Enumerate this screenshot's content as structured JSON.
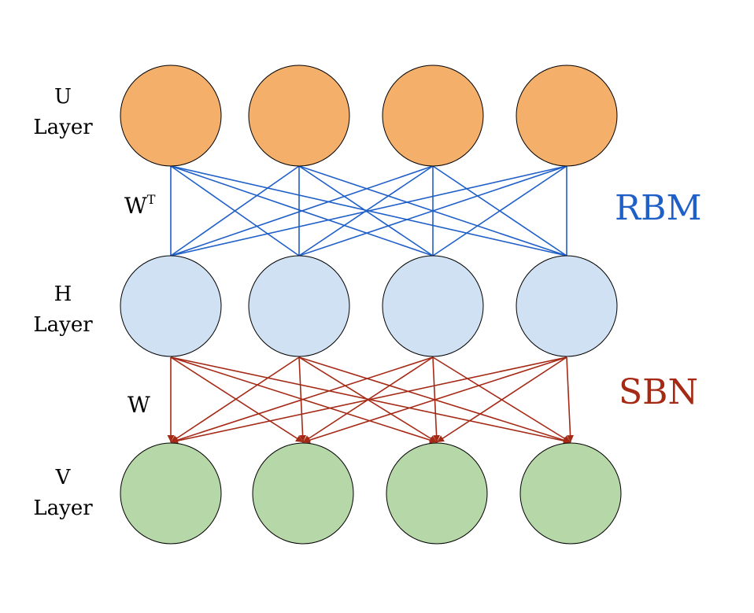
{
  "layers": {
    "u": {
      "line1": "U",
      "line2": "Layer",
      "fill": "#F4B06B"
    },
    "h": {
      "line1": "H",
      "line2": "Layer",
      "fill": "#CFE1F2"
    },
    "v": {
      "line1": "V",
      "line2": "Layer",
      "fill": "#B6D7A8"
    }
  },
  "weights": {
    "rbm_base": "W",
    "rbm_sup": "T",
    "sbn": "W"
  },
  "models": {
    "rbm": {
      "label": "RBM",
      "color": "#1F5FC8"
    },
    "sbn": {
      "label": "SBN",
      "color": "#A52A16"
    }
  },
  "connections": {
    "rbm_color": "#1F5FC8",
    "sbn_color": "#A52A16"
  }
}
